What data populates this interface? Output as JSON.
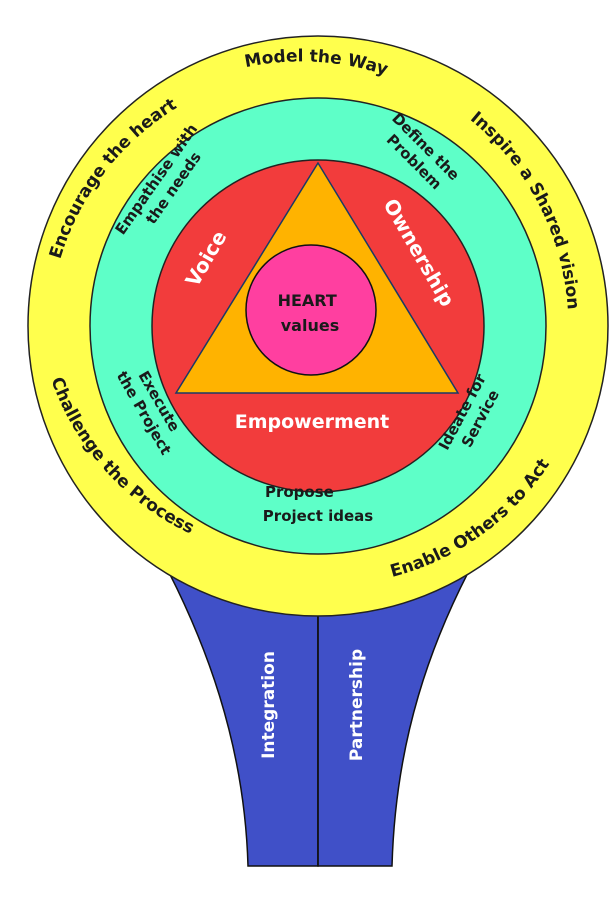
{
  "outer_ring": {
    "top": "Model the Way",
    "upper_left": "Encourage the heart",
    "upper_right": "Inspire a Shared vision",
    "lower_left": "Challenge the Process",
    "lower_right": "Enable Others to Act"
  },
  "middle_ring": {
    "upper_left": [
      "Empathise with",
      "the needs"
    ],
    "upper_right": [
      "Define the",
      "Problem"
    ],
    "lower_left": [
      "Execute",
      "the Project"
    ],
    "lower_right": [
      "Ideate for",
      "Service"
    ],
    "bottom": [
      "Propose",
      "Project ideas"
    ]
  },
  "inner_ring": {
    "left": "Voice",
    "right": "Ownership",
    "bottom": "Empowerment"
  },
  "center": [
    "HEART",
    "values"
  ],
  "stem": {
    "left": "Integration",
    "right": "Partnership"
  },
  "colors": {
    "outer_ring": "#ffff4d",
    "middle_ring": "#5effc8",
    "inner_ring": "#f23c3c",
    "triangle": "#ffb300",
    "center": "#ff3fa0",
    "stem": "#4050c8"
  }
}
